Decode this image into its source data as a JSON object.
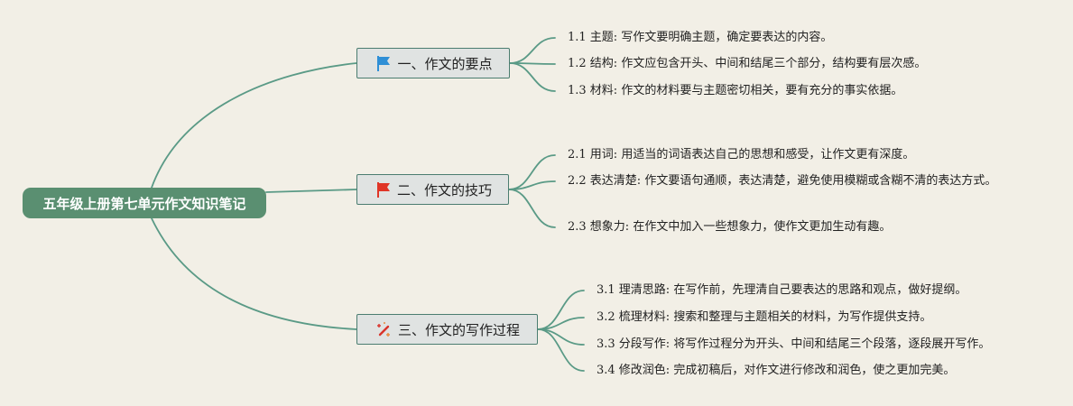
{
  "root": {
    "title": "五年级上册第七单元作文知识笔记"
  },
  "branches": [
    {
      "label": "一、作文的要点",
      "icon": "blue-flag-icon",
      "icon_color": "#2f8fd6",
      "items": [
        "1.1 主题: 写作文要明确主题，确定要表达的内容。",
        "1.2 结构: 作文应包含开头、中间和结尾三个部分，结构要有层次感。",
        "1.3 材料: 作文的材料要与主题密切相关，要有充分的事实依据。"
      ]
    },
    {
      "label": "二、作文的技巧",
      "icon": "red-flag-icon",
      "icon_color": "#e03526",
      "items": [
        "2.1 用词: 用适当的词语表达自己的思想和感受，让作文更有深度。",
        "2.2 表达清楚: 作文要语句通顺，表达清楚，避免使用模糊或含糊不清的表达方式。",
        "2.3 想象力: 在作文中加入一些想象力，使作文更加生动有趣。"
      ]
    },
    {
      "label": "三、作文的写作过程",
      "icon": "magic-wand-icon",
      "icon_color": "#d9342b",
      "items": [
        "3.1 理清思路: 在写作前，先理清自己要表达的思路和观点，做好提纲。",
        "3.2 梳理材料: 搜索和整理与主题相关的材料，为写作提供支持。",
        "3.3 分段写作: 将写作过程分为开头、中间和结尾三个段落，逐段展开写作。",
        "3.4 修改润色: 完成初稿后，对作文进行修改和润色，使之更加完美。"
      ]
    }
  ],
  "colors": {
    "background": "#f2efe6",
    "root_fill": "#5a8f71",
    "connector": "#5a9a86",
    "branch_fill": "#e0e3e2",
    "branch_border": "#4b7d70"
  }
}
